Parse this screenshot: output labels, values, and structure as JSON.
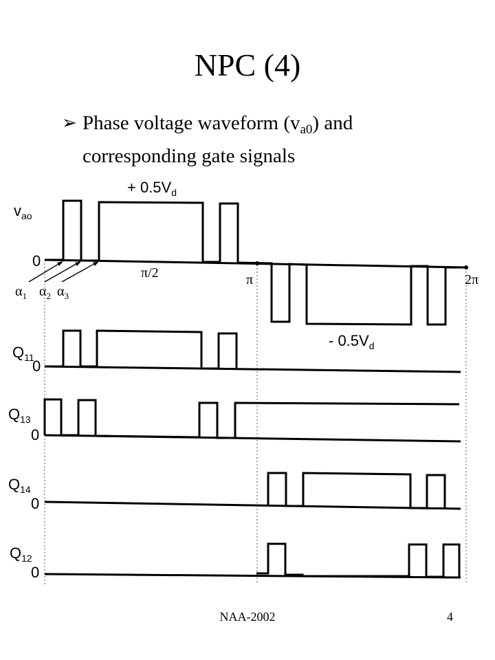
{
  "slide": {
    "title": "NPC (4)",
    "bullet": {
      "text_before": "Phase voltage waveform (v",
      "subscript": "a0",
      "text_after": ") and corresponding gate signals"
    },
    "footer": {
      "left": "NAA-2002",
      "page": "4"
    }
  },
  "figure": {
    "waveform_label_main": "v",
    "waveform_label_sub": "ao",
    "plus_label_main": "+ 0.5V",
    "plus_label_sub": "d",
    "minus_label_main": "- 0.5V",
    "minus_label_sub": "d",
    "zero": "0",
    "pi_half": "π/2",
    "pi": "π",
    "two_pi": "2π",
    "alpha1_sub": "1",
    "alpha2_sub": "2",
    "alpha3_sub": "3",
    "alpha": "α",
    "gate_labels": [
      {
        "main": "Q",
        "sub": "11"
      },
      {
        "main": "Q",
        "sub": "13"
      },
      {
        "main": "Q",
        "sub": "14"
      },
      {
        "main": "Q",
        "sub": "12"
      }
    ]
  }
}
